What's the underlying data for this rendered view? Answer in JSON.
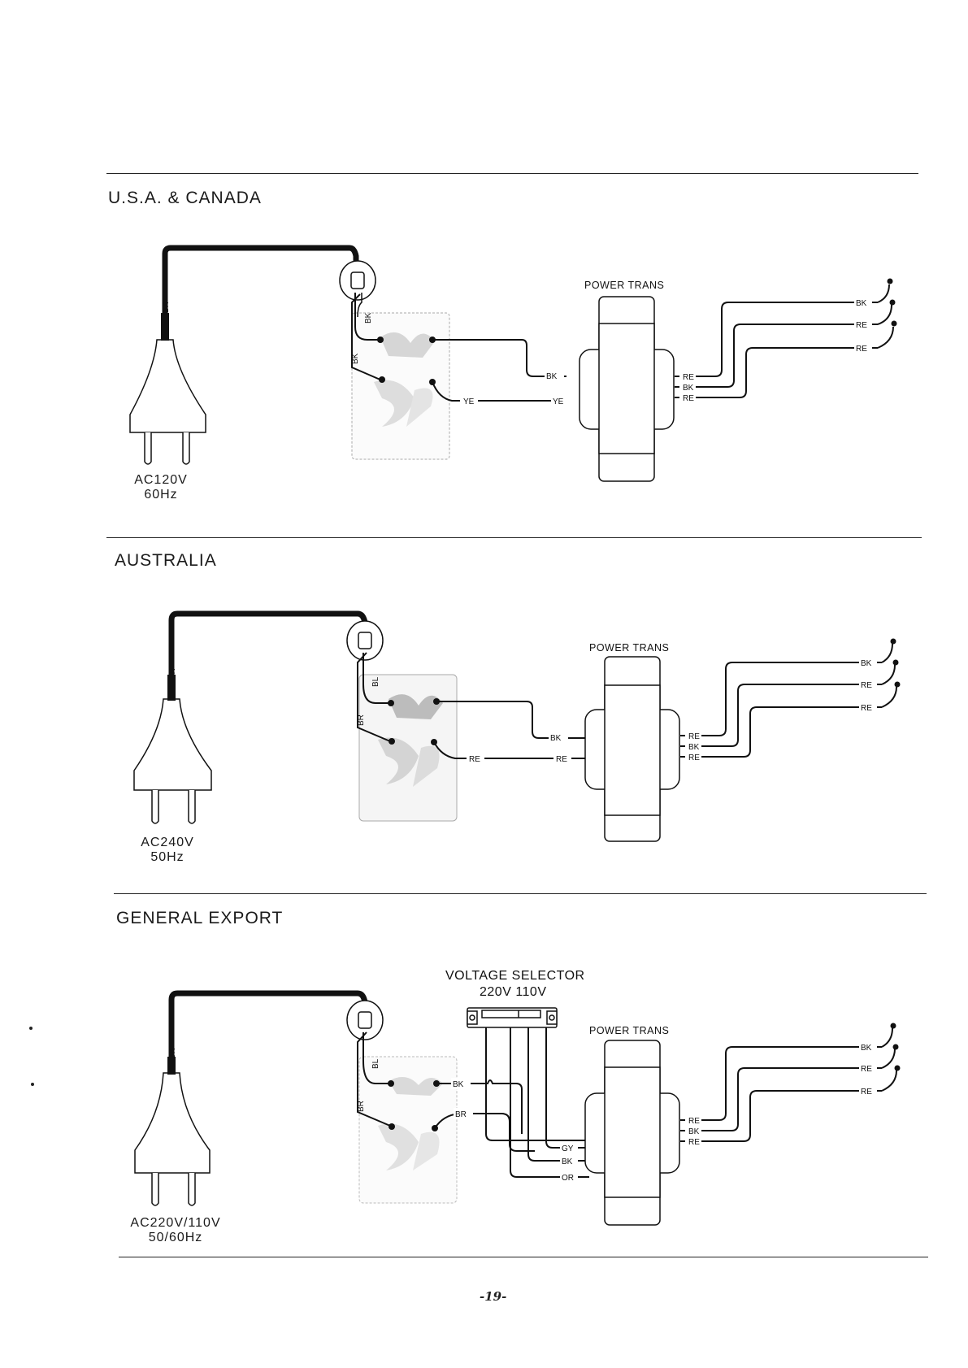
{
  "sections": [
    {
      "title": "U.S.A. & CANADA",
      "rating": [
        "AC120V",
        "60Hz"
      ],
      "cord_label": "BK",
      "switch_wires": [
        "BK",
        "BK"
      ],
      "primary_wires": [
        "BK",
        "YE"
      ],
      "transformer_label": "POWER TRANS",
      "secondary_wires": [
        "RE",
        "BK",
        "RE"
      ],
      "output_wires": [
        "BK",
        "RE",
        "RE"
      ]
    },
    {
      "title": "AUSTRALIA",
      "rating": [
        "AC240V",
        "50Hz"
      ],
      "cord_label": "BK",
      "switch_wires": [
        "BL",
        "BR"
      ],
      "primary_wires": [
        "BK",
        "RE"
      ],
      "transformer_label": "POWER TRANS",
      "secondary_wires": [
        "RE",
        "BK",
        "RE"
      ],
      "output_wires": [
        "BK",
        "RE",
        "RE"
      ]
    },
    {
      "title": "GENERAL EXPORT",
      "rating": [
        "AC220V/110V",
        "50/60Hz"
      ],
      "cord_label": "BK",
      "switch_wires": [
        "BL",
        "BR"
      ],
      "switch_out_wires": [
        "BK",
        "BR"
      ],
      "selector_label": "VOLTAGE SELECTOR",
      "selector_positions": "220V 110V",
      "primary_wires": [
        "GY",
        "BK",
        "OR"
      ],
      "transformer_label": "POWER TRANS",
      "secondary_wires": [
        "RE",
        "BK",
        "RE"
      ],
      "output_wires": [
        "BK",
        "RE",
        "RE"
      ]
    }
  ],
  "page_number": "-19-"
}
